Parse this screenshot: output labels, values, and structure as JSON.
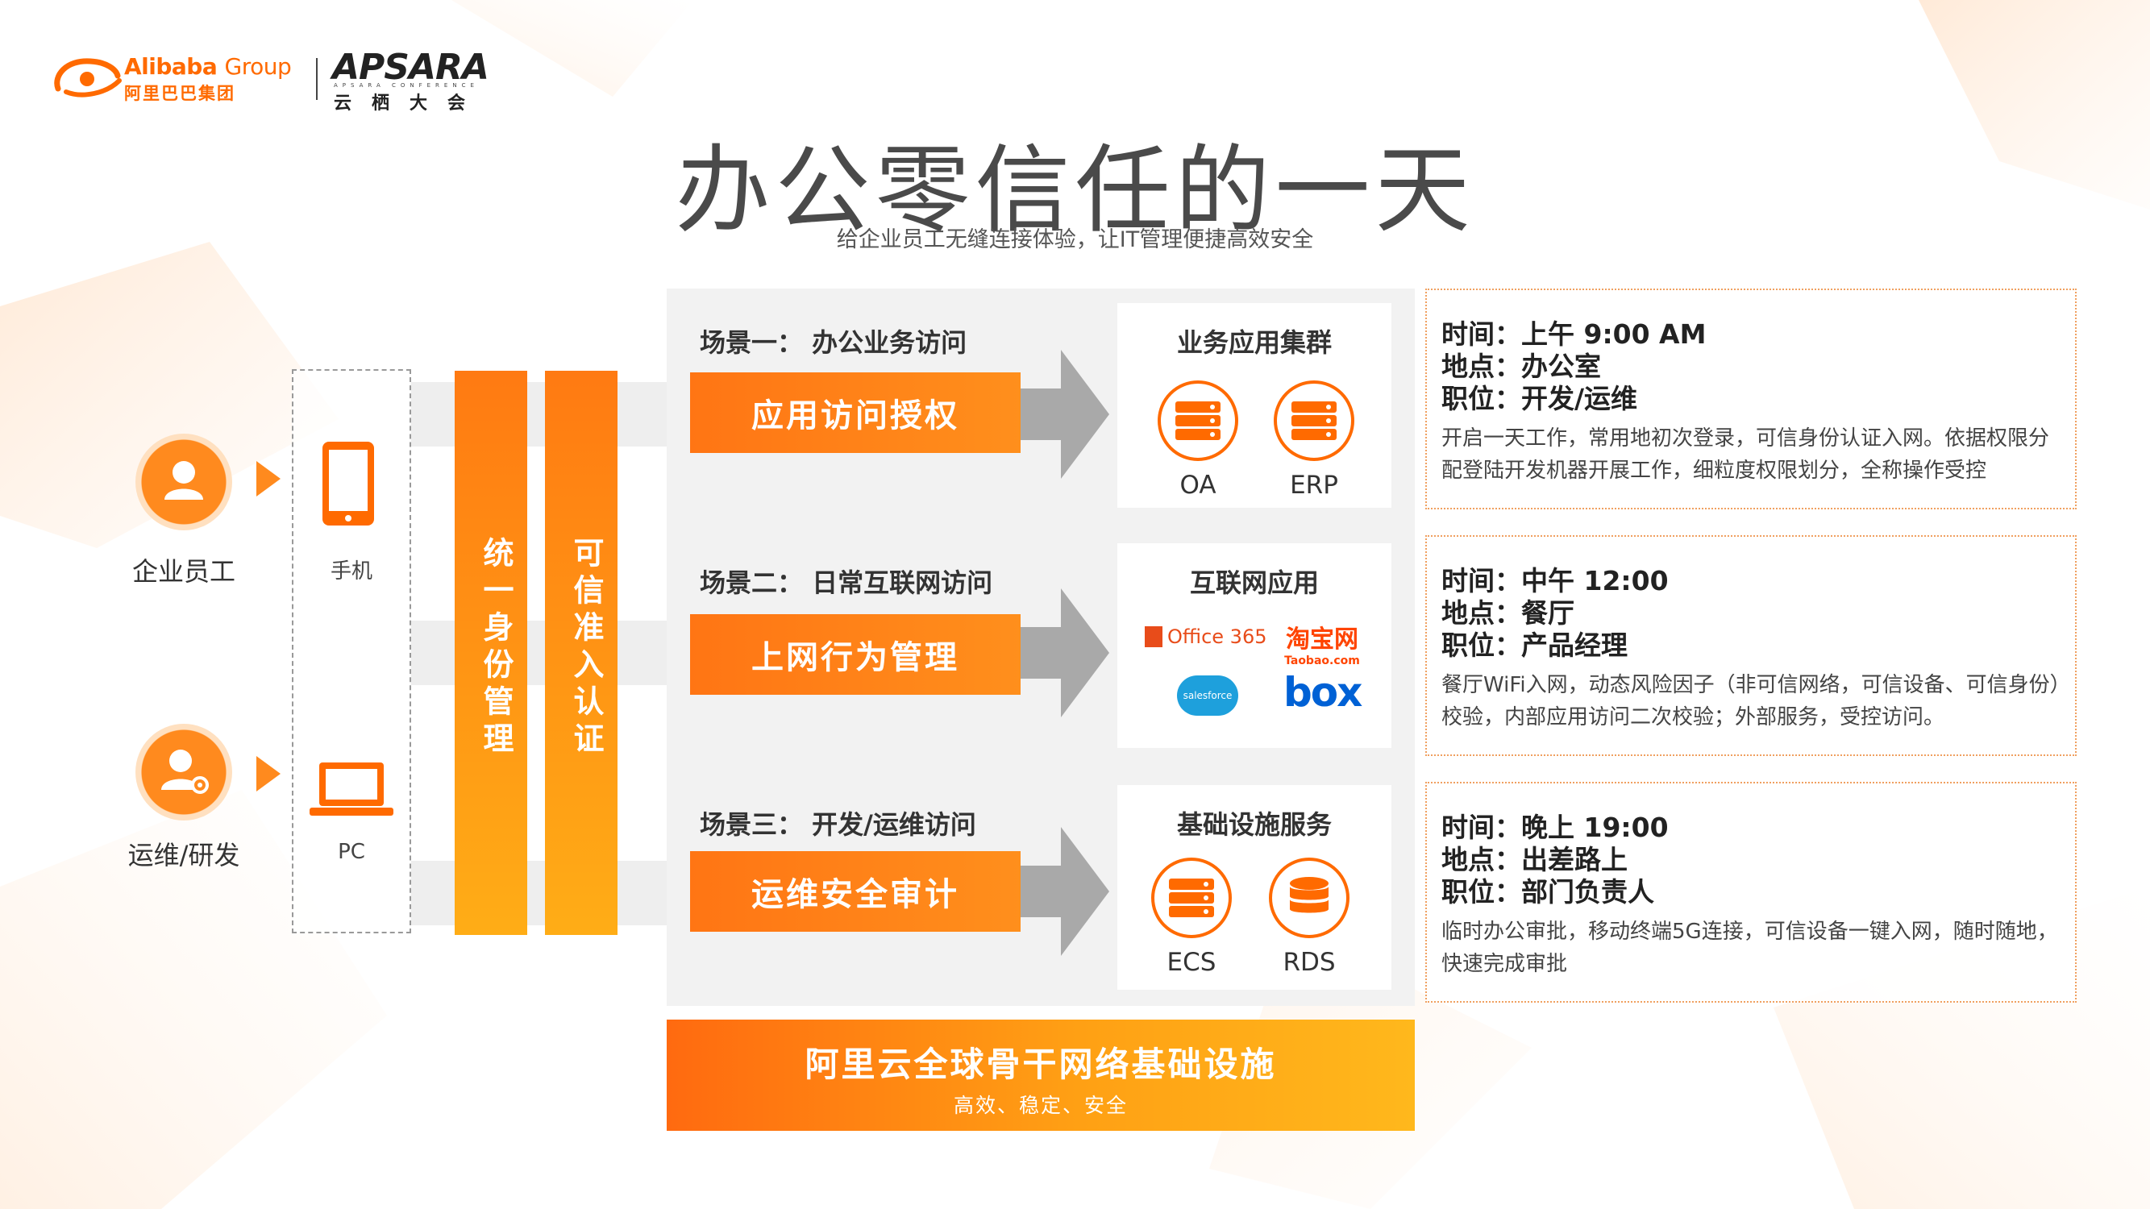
{
  "header": {
    "alibaba_name": "Alibaba",
    "alibaba_group": "Group",
    "alibaba_cn": "阿里巴巴集团",
    "apsara_name": "APSARA",
    "apsara_sub": "APSARA CONFERENCE",
    "apsara_cn": "云栖大会"
  },
  "title": "办公零信任的一天",
  "subtitle": "给企业员工无缝连接体验，让IT管理便捷高效安全",
  "users": [
    {
      "label": "企业员工",
      "icon": "user-icon",
      "device_label": "手机",
      "device_icon": "phone-icon"
    },
    {
      "label": "运维/研发",
      "icon": "user-gear-icon",
      "device_label": "PC",
      "device_icon": "laptop-icon"
    }
  ],
  "bars": [
    {
      "label": "统一身份管理"
    },
    {
      "label": "可信准入认证"
    }
  ],
  "scenes": [
    {
      "title": "场景一：  办公业务访问",
      "action": "应用访问授权",
      "card_title": "业务应用集群",
      "resources": [
        {
          "label": "OA",
          "icon": "server-icon"
        },
        {
          "label": "ERP",
          "icon": "server-icon"
        }
      ]
    },
    {
      "title": "场景二：  日常互联网访问",
      "action": "上网行为管理",
      "card_title": "互联网应用",
      "apps": {
        "office": "Office 365",
        "taobao": "淘宝网",
        "taobao_sub": "Taobao.com",
        "salesforce": "salesforce",
        "box": "box"
      }
    },
    {
      "title": "场景三：  开发/运维访问",
      "action": "运维安全审计",
      "card_title": "基础设施服务",
      "resources": [
        {
          "label": "ECS",
          "icon": "server-icon"
        },
        {
          "label": "RDS",
          "icon": "database-icon"
        }
      ]
    }
  ],
  "info": [
    {
      "time": "时间：上午 9:00 AM",
      "place": "地点：办公室",
      "role": "职位：开发/运维",
      "desc": "开启一天工作，常用地初次登录，可信身份认证入网。依据权限分配登陆开发机器开展工作，细粒度权限划分，全称操作受控"
    },
    {
      "time": "时间：中午 12:00",
      "place": "地点：餐厅",
      "role": "职位：产品经理",
      "desc": "餐厅WiFi入网，动态风险因子（非可信网络，可信设备、可信身份）校验，内部应用访问二次校验；外部服务，受控访问。"
    },
    {
      "time": "时间：晚上 19:00",
      "place": "地点：出差路上",
      "role": "职位：部门负责人",
      "desc": "临时办公审批，移动终端5G连接，可信设备一键入网，随时随地，快速完成审批"
    }
  ],
  "banner": {
    "title": "阿里云全球骨干网络基础设施",
    "sub": "高效、稳定、安全"
  },
  "colors": {
    "accent": "#ff6a00",
    "accent_light": "#ffad16",
    "panel": "#f2f2f2"
  }
}
